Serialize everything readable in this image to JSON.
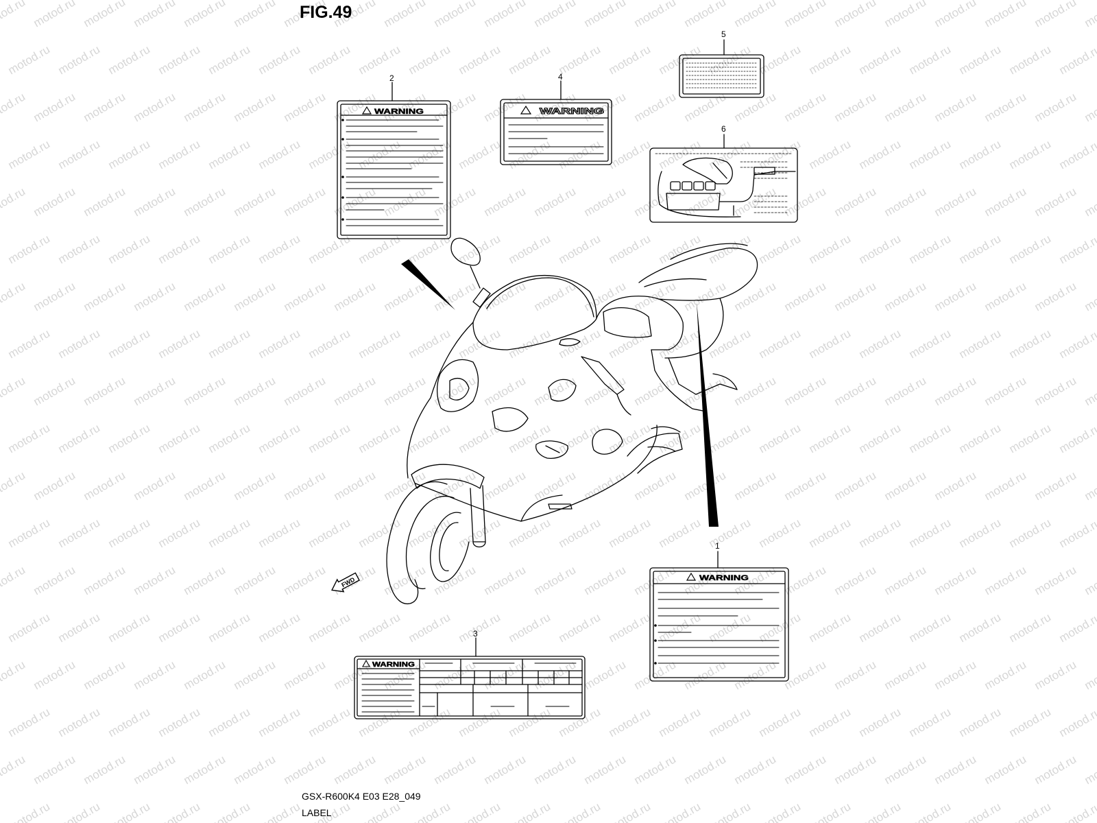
{
  "figure": {
    "title": "FIG.49",
    "model_code": "GSX-R600K4 E03 E28_049",
    "section_name": "LABEL"
  },
  "watermark": {
    "text": "motod.ru",
    "color": "#d6d6d6"
  },
  "direction_marker": {
    "text": "FWD",
    "icon": "arrow-left-icon"
  },
  "labels": [
    {
      "callout": "1",
      "heading": "WARNING",
      "icon": "warning-triangle-icon"
    },
    {
      "callout": "2",
      "heading": "WARNING",
      "icon": "warning-triangle-icon"
    },
    {
      "callout": "3",
      "heading": "WARNING",
      "icon": "warning-triangle-icon"
    },
    {
      "callout": "4",
      "heading": "WARNING",
      "icon": "warning-triangle-icon"
    },
    {
      "callout": "5",
      "heading": ""
    },
    {
      "callout": "6",
      "heading": ""
    }
  ],
  "colors": {
    "line": "#000000",
    "background": "#ffffff"
  }
}
